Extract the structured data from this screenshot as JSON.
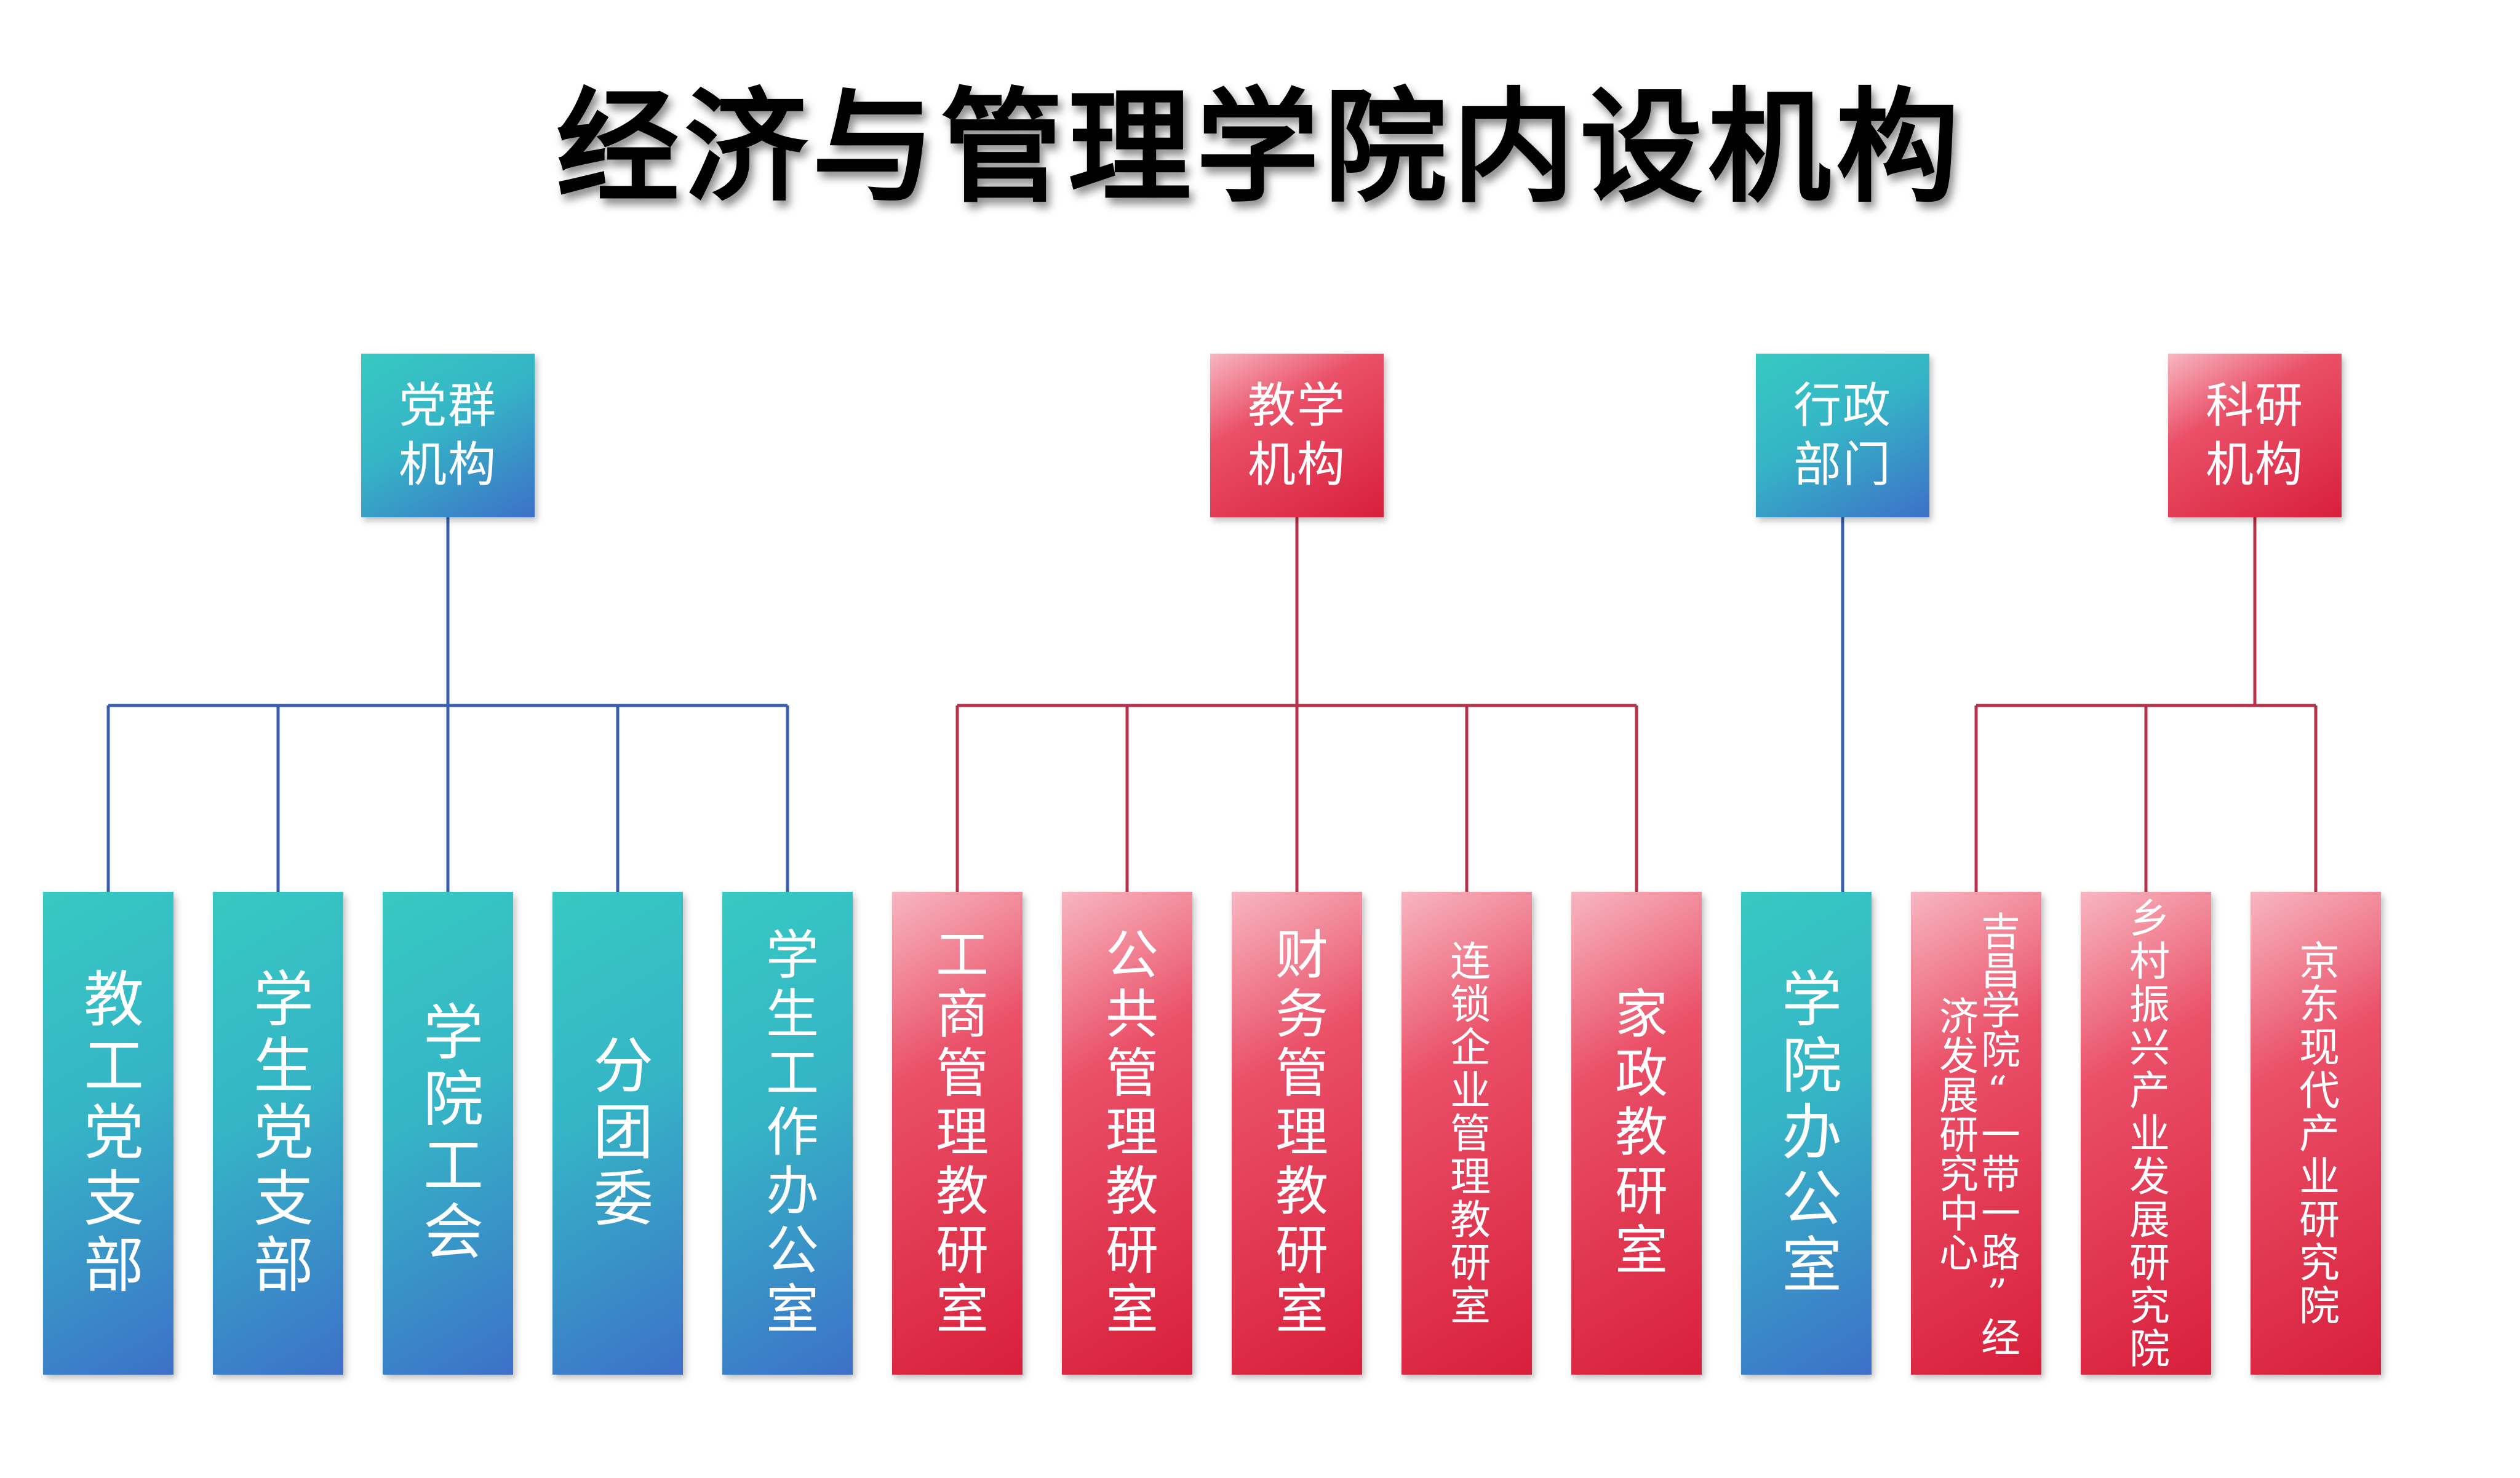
{
  "title": "经济与管理学院内设机构",
  "colors": {
    "teal_top": "#37c9c2",
    "teal_bottom": "#3d70c8",
    "red_top": "#f7b6c1",
    "red_bottom": "#d81f3b",
    "blue_line": "#3a5fb0",
    "red_line": "#b8324a"
  },
  "categories": [
    {
      "label": "党群机构",
      "color": "teal"
    },
    {
      "label": "教学机构",
      "color": "red"
    },
    {
      "label": "行政部门",
      "color": "teal"
    },
    {
      "label": "科研机构",
      "color": "red"
    }
  ],
  "leaves": [
    {
      "label": "教工党支部",
      "group": 0
    },
    {
      "label": "学生党支部",
      "group": 0
    },
    {
      "label": "学院工会",
      "group": 0
    },
    {
      "label": "分团委",
      "group": 0
    },
    {
      "label": "学生工作办公室",
      "group": 0
    },
    {
      "label": "工商管理教研室",
      "group": 1
    },
    {
      "label": "公共管理教研室",
      "group": 1
    },
    {
      "label": "财务管理教研室",
      "group": 1
    },
    {
      "label": "连锁企业管理教研室",
      "group": 1
    },
    {
      "label": "家政教研室",
      "group": 1
    },
    {
      "label": "学院办公室",
      "group": 2
    },
    {
      "label": "吉昌学院“一带一路”经济发展研究中心",
      "group": 3
    },
    {
      "label": "乡村振兴产业发展研究院",
      "group": 3
    },
    {
      "label": "京东现代产业研究院",
      "group": 3
    }
  ]
}
